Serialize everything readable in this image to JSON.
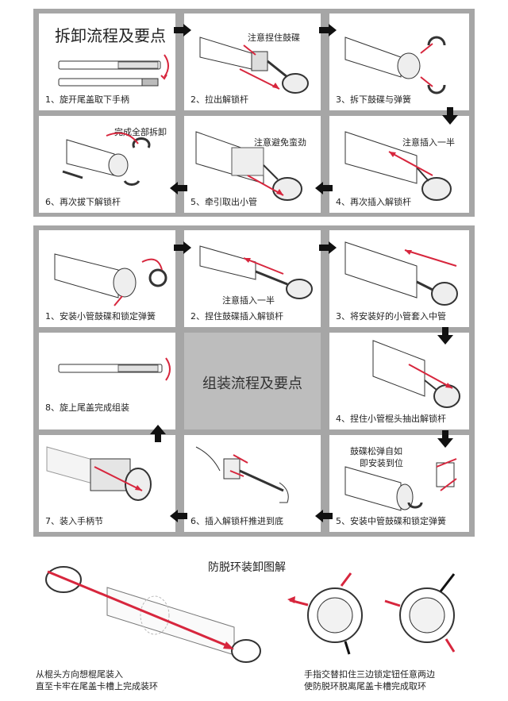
{
  "disassembly": {
    "title": "拆卸流程及要点",
    "steps": [
      {
        "caption": "1、旋开尾盖取下手柄"
      },
      {
        "caption": "2、拉出解锁杆",
        "note": "注意捏住鼓碟"
      },
      {
        "caption": "3、拆下鼓碟与弹簧"
      },
      {
        "caption": "4、再次插入解锁杆",
        "note": "注意插入一半"
      },
      {
        "caption": "5、牵引取出小管",
        "note": "注意避免蛮劲"
      },
      {
        "caption": "6、再次拔下解锁杆",
        "note": "完成全部拆卸"
      }
    ]
  },
  "assembly": {
    "title": "组装流程及要点",
    "steps": [
      {
        "caption": "1、安装小管鼓碟和锁定弹簧"
      },
      {
        "caption": "2、捏住鼓碟插入解锁杆",
        "note": "注意插入一半"
      },
      {
        "caption": "3、将安装好的小管套入中管"
      },
      {
        "caption": "4、捏住小管棍头抽出解锁杆"
      },
      {
        "caption": "5、安装中管鼓碟和锁定弹簧",
        "note_line1": "鼓碟松弹自如",
        "note_line2": "即安装到位"
      },
      {
        "caption": "6、插入解锁杆推进到底"
      },
      {
        "caption": "7、装入手柄节"
      },
      {
        "caption": "8、旋上尾盖完成组装"
      }
    ]
  },
  "anti_drop": {
    "title": "防脱环装卸图解",
    "install_line1": "从棍头方向想棍尾装入",
    "install_line2": "直至卡牢在尾盖卡槽上完成装环",
    "remove_line1": "手指交替扣住三边锁定钮任意两边",
    "remove_line2": "使防脱环脱离尾盖卡槽完成取环"
  },
  "colors": {
    "frame": "#a6a6a6",
    "accent_red": "#d7263d",
    "arrow_black": "#111111",
    "center_gray": "#bdbdbd"
  }
}
